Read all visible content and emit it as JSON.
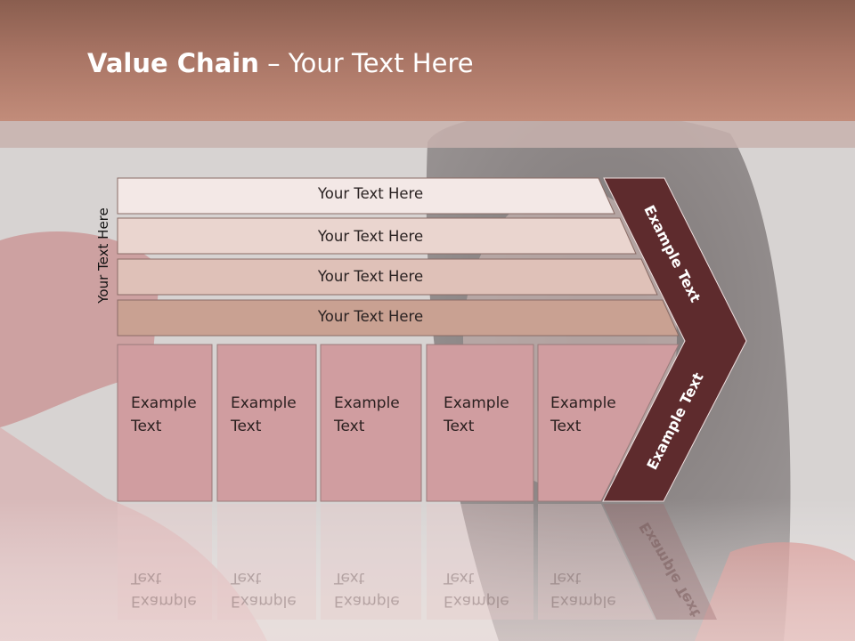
{
  "title": {
    "bold": "Value Chain",
    "rest": " – Your Text Here"
  },
  "side_label": "Your Text Here",
  "rows": [
    {
      "text": "Your Text Here"
    },
    {
      "text": "Your Text Here"
    },
    {
      "text": "Your Text Here"
    },
    {
      "text": "Your Text Here"
    }
  ],
  "boxes": [
    {
      "line1": "Example",
      "line2": "Text"
    },
    {
      "line1": "Example",
      "line2": "Text"
    },
    {
      "line1": "Example",
      "line2": "Text"
    },
    {
      "line1": "Example",
      "line2": "Text"
    },
    {
      "line1": "Example",
      "line2": "Text"
    }
  ],
  "arrow": {
    "upper": "Example Text",
    "lower": "Example Text"
  },
  "colors": {
    "header": "#a87464",
    "row1": "#f3e8e6",
    "row2": "#ead5cf",
    "row3": "#dfc1b8",
    "row4": "#c9a192",
    "boxes": "#d09da0",
    "arrow": "#5e2b2d"
  }
}
